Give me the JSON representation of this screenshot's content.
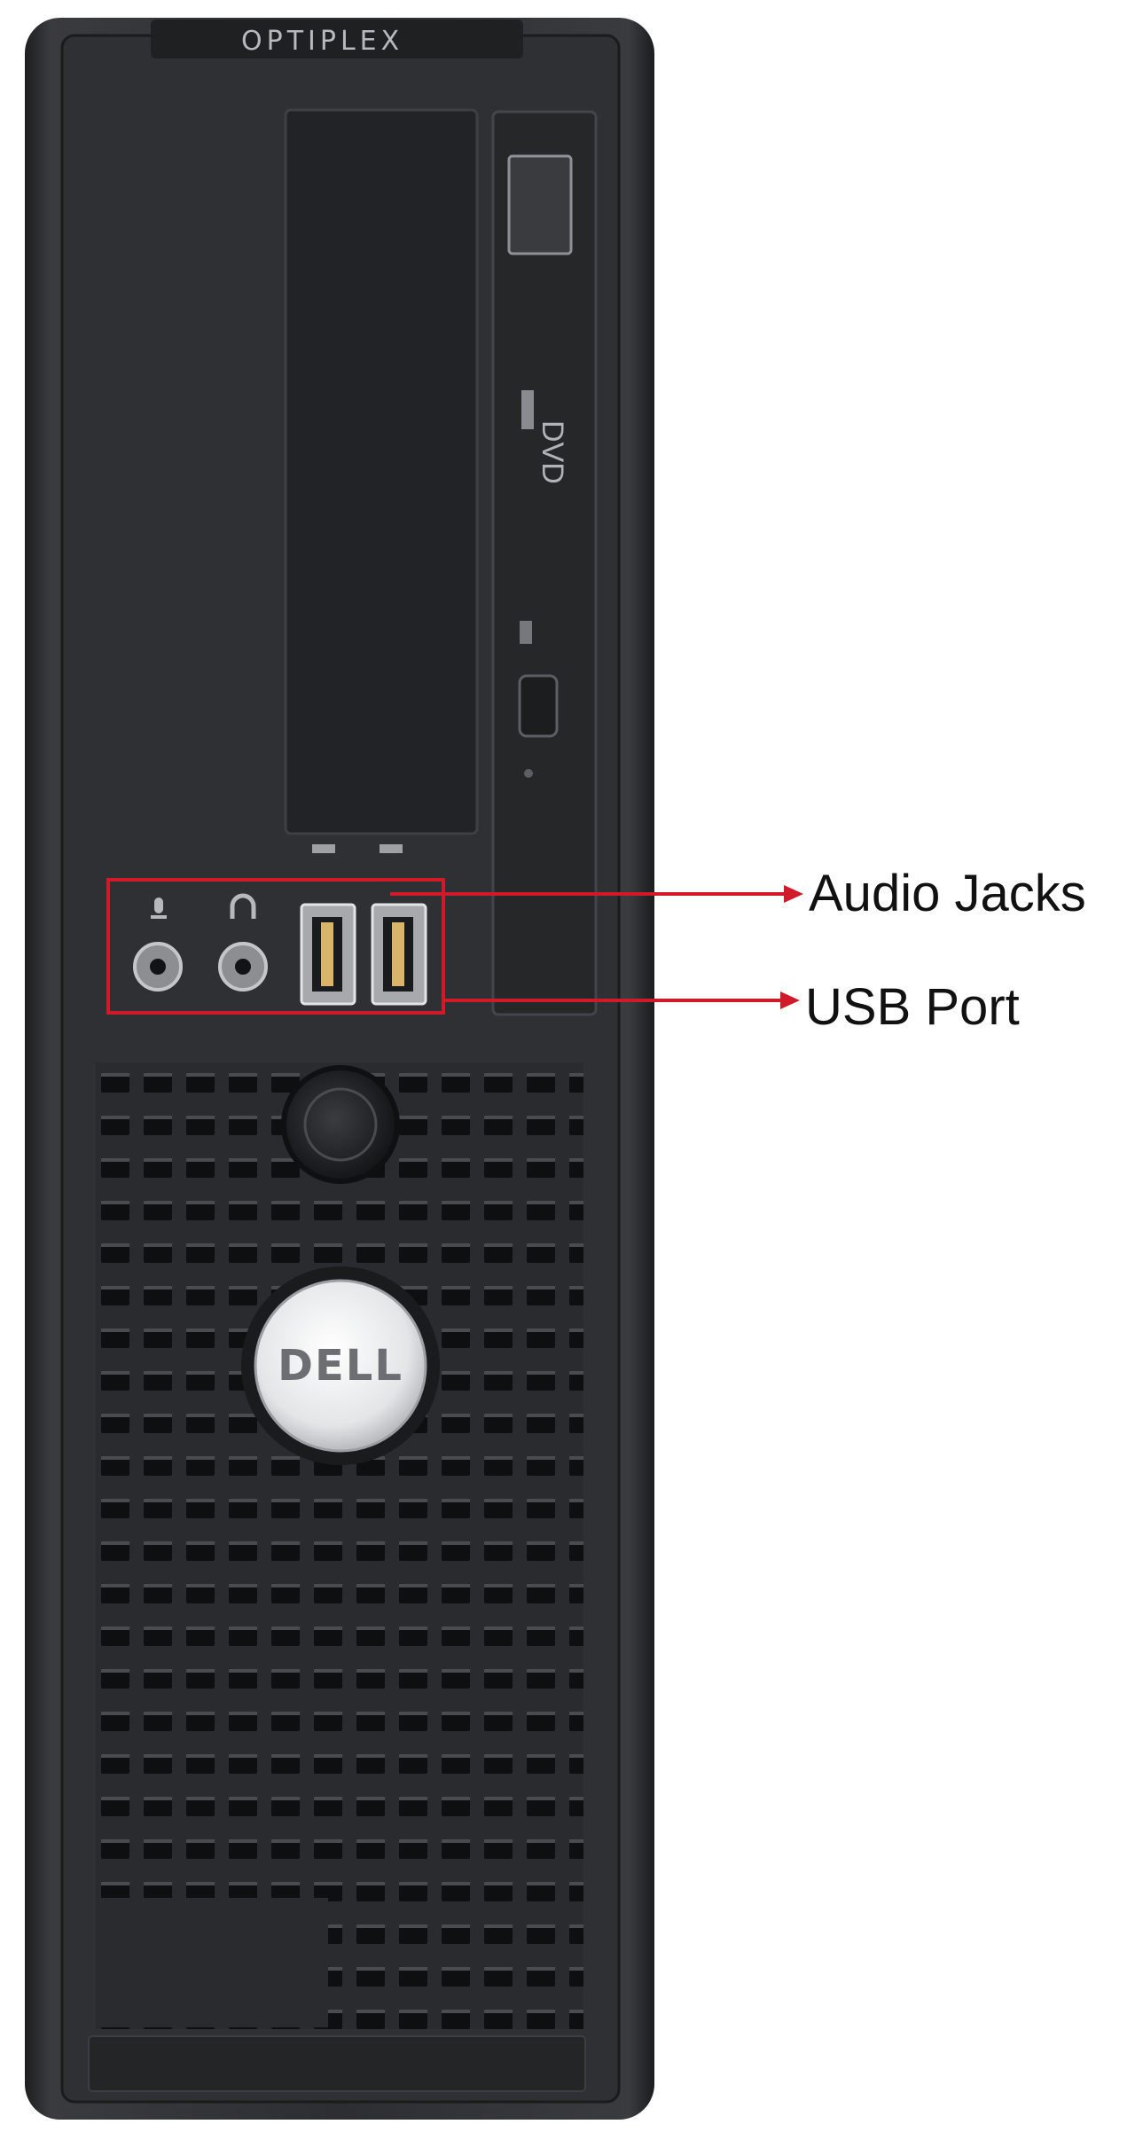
{
  "tower": {
    "model_badge": "OPTIPLEX",
    "brand_logo": "DELL",
    "drive_labels": [
      "DVD"
    ],
    "body_color": "#2b2c2e",
    "highlight_color": "#d01a2a"
  },
  "callouts": {
    "audio_label": "Audio Jacks",
    "usb_label": "USB Port"
  },
  "icons": [
    "microphone-icon",
    "headphone-icon",
    "usb-icon"
  ]
}
